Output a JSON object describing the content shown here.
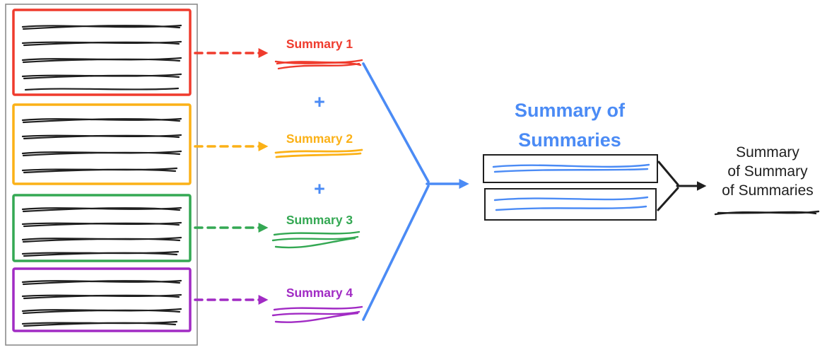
{
  "colors": {
    "red": "#ef3b2d",
    "orange": "#fbb117",
    "green": "#34a853",
    "purple": "#a12bc4",
    "blue": "#4b8bf5",
    "ink": "#1f1f1f",
    "container_gray": "#8c8c8c"
  },
  "summaries": [
    {
      "label": "Summary 1"
    },
    {
      "label": "Summary 2"
    },
    {
      "label": "Summary 3"
    },
    {
      "label": "Summary 4"
    }
  ],
  "operators": {
    "plus": "+"
  },
  "summary_of_summaries": {
    "title_line1": "Summary of",
    "title_line2": "Summaries"
  },
  "final_summary": {
    "label_line1": "Summary",
    "label_line2": "of Summary",
    "label_line3": "of Summaries"
  }
}
